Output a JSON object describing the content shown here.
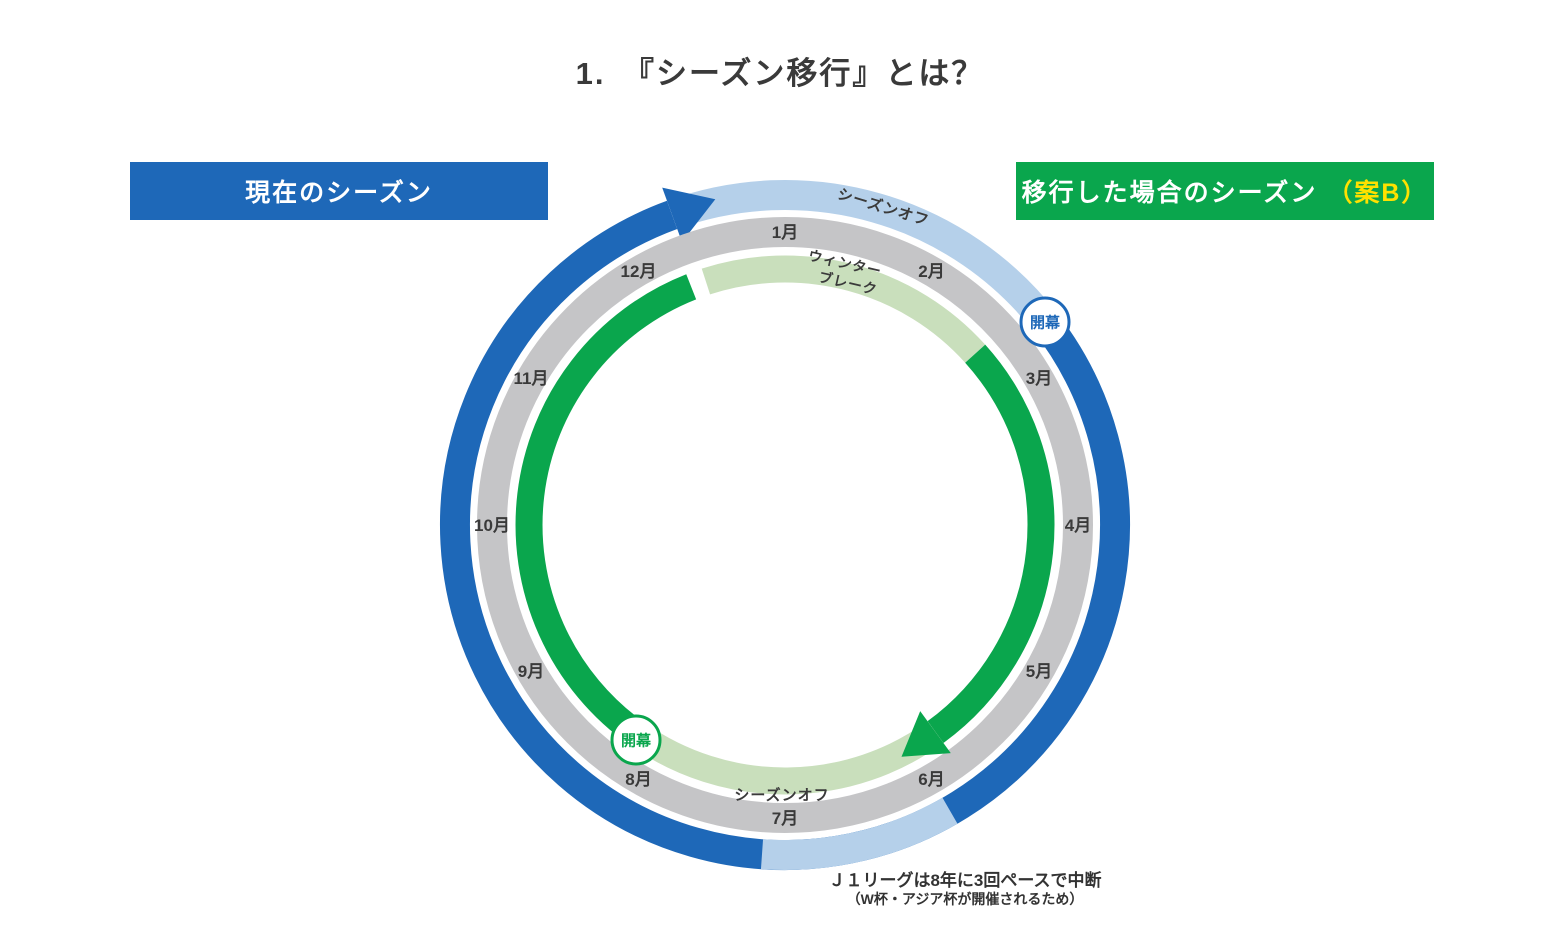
{
  "title": "1.　『シーズン移行』とは？",
  "legend": {
    "current": "現在のシーズン",
    "proposed": "移行した場合のシーズン",
    "proposed_case": "（案B）"
  },
  "months": [
    "1月",
    "2月",
    "3月",
    "4月",
    "5月",
    "6月",
    "7月",
    "8月",
    "9月",
    "10月",
    "11月",
    "12月"
  ],
  "ring_labels": {
    "current_offseason": "シーズンオフ",
    "winter_break_line1": "ウィンター",
    "winter_break_line2": "ブレーク",
    "proposed_offseason": "シーズンオフ",
    "current_kickoff": "開幕",
    "proposed_kickoff": "開幕"
  },
  "footnote": {
    "line1": "Ｊ１リーグは8年に3回ペースで中断",
    "line2": "（W杯・アジア杯が開催されるため）"
  },
  "colors": {
    "current_blue": "#1e68b8",
    "current_offseason_blue": "#b5d0ea",
    "proposed_green": "#0aa64d",
    "proposed_offseason_green": "#c9dfbc",
    "month_ring_gray": "#c5c5c7",
    "case_b_yellow": "#ffe100",
    "text_dark": "#3a3a3a"
  }
}
